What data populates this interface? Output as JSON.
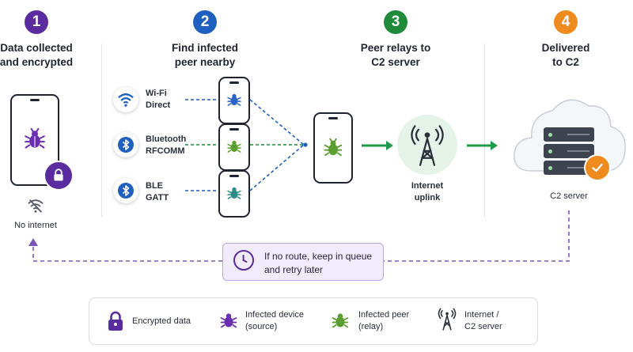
{
  "steps": [
    {
      "number": "1",
      "title_line1": "Data collected",
      "title_line2": "and encrypted",
      "color": "#5b2ca0"
    },
    {
      "number": "2",
      "title_line1": "Find infected",
      "title_line2": "peer nearby",
      "color": "#1f5fbf"
    },
    {
      "number": "3",
      "title_line1": "Peer relays to",
      "title_line2": "C2 server",
      "color": "#1e8a3a"
    },
    {
      "number": "4",
      "title_line1": "Delivered",
      "title_line2": "to C2",
      "color": "#ee8a1e"
    }
  ],
  "source": {
    "no_internet_label": "No internet"
  },
  "protocols": [
    {
      "line1": "Wi-Fi",
      "line2": "Direct",
      "icon": "wifi-icon"
    },
    {
      "line1": "Bluetooth",
      "line2": "RFCOMM",
      "icon": "bluetooth-icon"
    },
    {
      "line1": "BLE",
      "line2": "GATT",
      "icon": "bluetooth-icon"
    }
  ],
  "relay": {
    "uplink_line1": "Internet",
    "uplink_line2": "uplink"
  },
  "c2": {
    "label": "C2 server"
  },
  "retry": {
    "line1": "If no route, keep in queue",
    "line2": "and retry later"
  },
  "legend": [
    {
      "line1": "Encrypted data",
      "line2": "",
      "icon": "lock-icon"
    },
    {
      "line1": "Infected device",
      "line2": "(source)",
      "icon": "bug-icon"
    },
    {
      "line1": "Infected peer",
      "line2": "(relay)",
      "icon": "bug-icon"
    },
    {
      "line1": "Internet /",
      "line2": "C2 server",
      "icon": "antenna-icon"
    }
  ],
  "colors": {
    "purple": "#5b2ca0",
    "blue": "#1f5fbf",
    "green": "#1e8a3a",
    "teal": "#2a8a8a",
    "orange": "#ee8a1e",
    "bug_purple": "#6a2fb0",
    "bug_blue": "#2a62c9",
    "bug_green": "#5a9e2f",
    "bug_teal": "#2d8a86"
  }
}
